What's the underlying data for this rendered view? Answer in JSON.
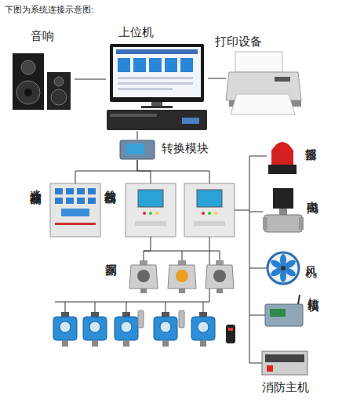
{
  "diagram": {
    "title": "下图为系统连接示意图:",
    "nodes": [
      {
        "text": [
          "音响"
        ]
      },
      {
        "text": [
          "上位机"
        ]
      },
      {
        "text": [
          "打印设备"
        ]
      },
      {
        "text": [
          "转换模块"
        ]
      },
      {
        "text": [
          "八通道控制器"
        ]
      },
      {
        "text": [
          "总线控制器"
        ]
      },
      {
        "text": [
          "探测器"
        ]
      },
      {
        "text": [
          "报警器"
        ]
      },
      {
        "text": [
          "电磁阀"
        ]
      },
      {
        "text": [
          "风机"
        ]
      },
      {
        "text": [
          "短信模块"
        ]
      },
      {
        "text": [
          "消防主机"
        ]
      }
    ],
    "edges": [
      {
        "from": 0,
        "to": 1,
        "arrow": "none"
      },
      {
        "from": 1,
        "to": 2,
        "arrow": "none"
      },
      {
        "from": 1,
        "to": 3,
        "arrow": "none"
      },
      {
        "from": 3,
        "to": 4,
        "arrow": "none"
      },
      {
        "from": 3,
        "to": 5,
        "arrow": "none"
      },
      {
        "from": 5,
        "to": 6,
        "arrow": "none"
      }
    ]
  }
}
